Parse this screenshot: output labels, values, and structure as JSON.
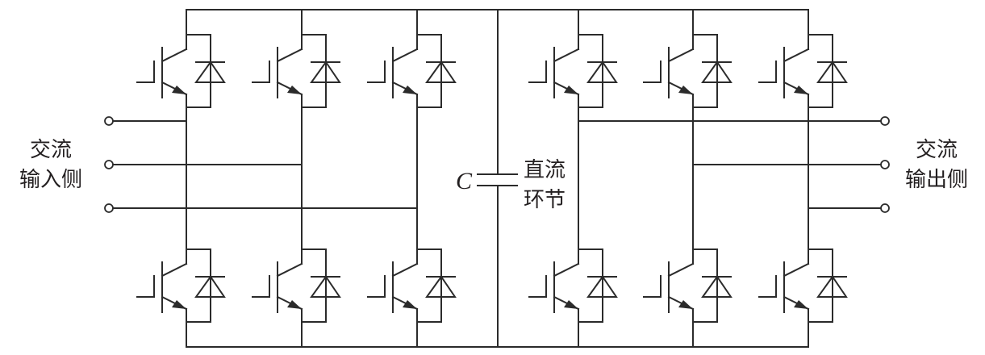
{
  "diagram": {
    "title": "AC-DC-AC converter topology",
    "labels": {
      "input_side": {
        "line1": "交流",
        "line2": "输入侧"
      },
      "output_side": {
        "line1": "交流",
        "line2": "输出侧"
      },
      "dc_link": {
        "line1": "直流",
        "line2": "环节"
      },
      "capacitor_symbol": "C"
    },
    "components": {
      "rectifier_bridge": {
        "legs": 3,
        "switch_type": "IGBT with antiparallel diode",
        "switches_per_leg": 2
      },
      "inverter_bridge": {
        "legs": 3,
        "switch_type": "IGBT with antiparallel diode",
        "switches_per_leg": 2
      },
      "dc_capacitor": {
        "name": "C"
      },
      "input_terminals": 3,
      "output_terminals": 3
    },
    "colors": {
      "line": "#2b2b2b",
      "text": "#231f20",
      "background": "#ffffff"
    }
  }
}
